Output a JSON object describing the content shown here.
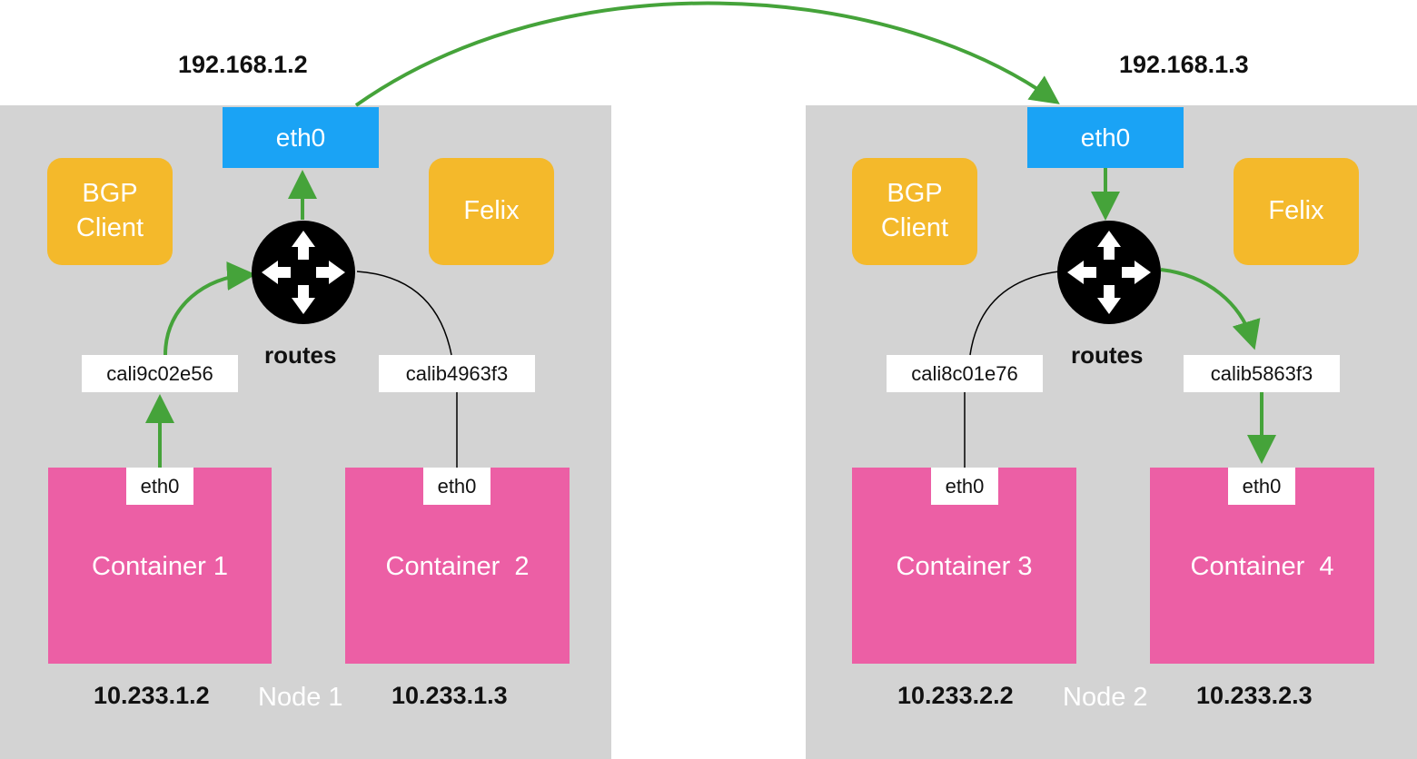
{
  "nodes": [
    {
      "name": "Node 1",
      "host_ip": "192.168.1.2",
      "eth0": "eth0",
      "bgp_client": "BGP\nClient",
      "felix": "Felix",
      "routes": "routes",
      "interfaces": [
        "cali9c02e56",
        "calib4963f3"
      ],
      "containers": [
        {
          "label": "Container 1",
          "eth": "eth0",
          "ip": "10.233.1.2"
        },
        {
          "label": "Container  2",
          "eth": "eth0",
          "ip": "10.233.1.3"
        }
      ]
    },
    {
      "name": "Node 2",
      "host_ip": "192.168.1.3",
      "eth0": "eth0",
      "bgp_client": "BGP\nClient",
      "felix": "Felix",
      "routes": "routes",
      "interfaces": [
        "cali8c01e76",
        "calib5863f3"
      ],
      "containers": [
        {
          "label": "Container 3",
          "eth": "eth0",
          "ip": "10.233.2.2"
        },
        {
          "label": "Container  4",
          "eth": "eth0",
          "ip": "10.233.2.3"
        }
      ]
    }
  ],
  "colors": {
    "node_bg": "#d3d3d3",
    "eth0": "#1aa3f5",
    "agent": "#f4b92b",
    "container": "#ec5fa5",
    "packet_path": "#45a33a",
    "link": "#000000"
  }
}
